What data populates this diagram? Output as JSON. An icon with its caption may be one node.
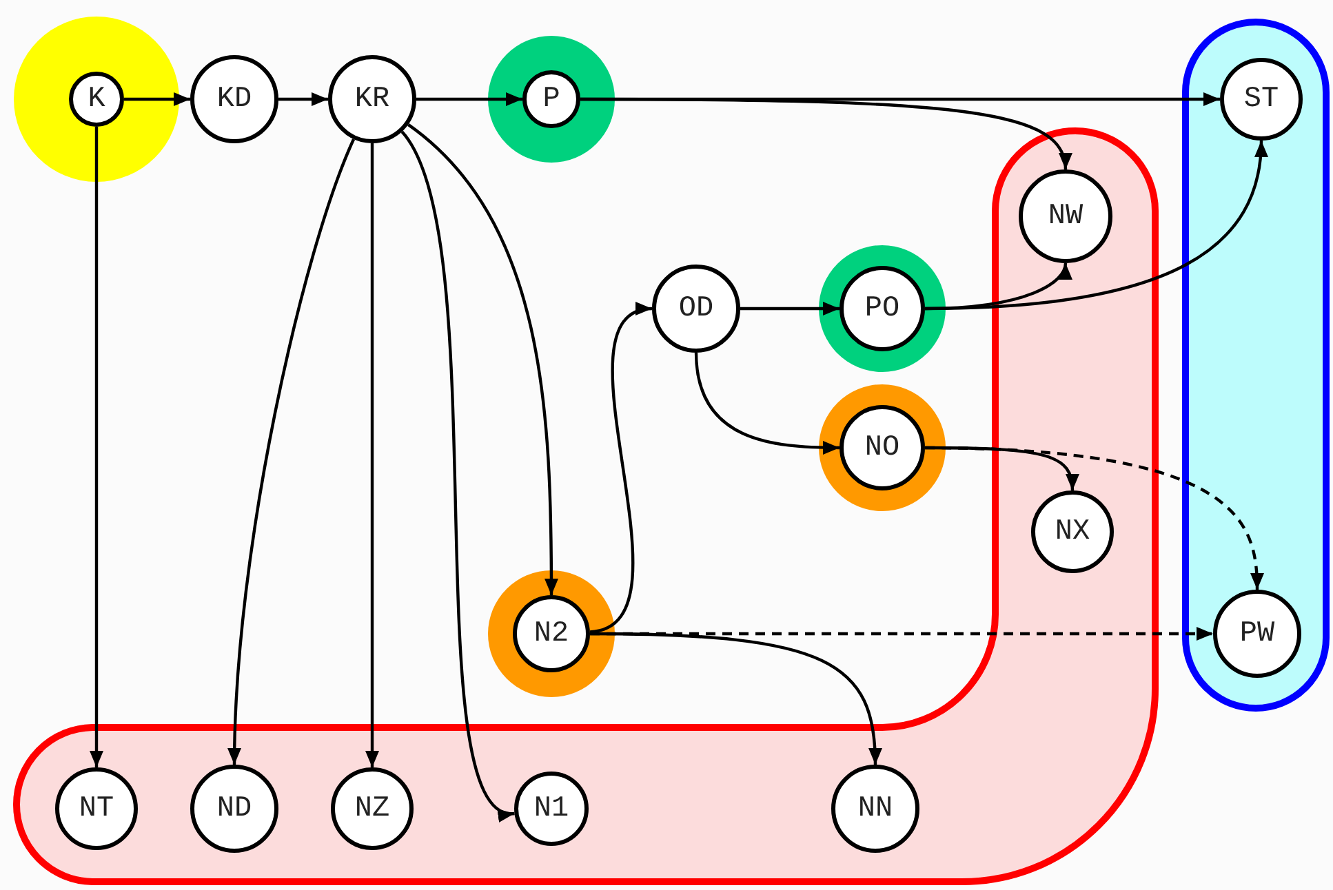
{
  "diagram": {
    "nodes": [
      {
        "text": [
          "K"
        ]
      },
      {
        "text": [
          "KD"
        ]
      },
      {
        "text": [
          "KR"
        ]
      },
      {
        "text": [
          "P"
        ]
      },
      {
        "text": [],
        "shape": "band"
      },
      {
        "text": [
          "ST"
        ],
        "in": 4
      },
      {
        "text": [],
        "shape": "band"
      },
      {
        "text": [
          "NW"
        ],
        "in": 6
      },
      {
        "text": [
          "OD"
        ]
      },
      {
        "text": [
          "PO"
        ]
      },
      {
        "text": [
          "NO"
        ]
      },
      {
        "text": [
          "NX"
        ],
        "in": 6
      },
      {
        "text": [
          "N2"
        ]
      },
      {
        "text": [
          "PW"
        ],
        "in": 4
      },
      {
        "text": [
          "NT"
        ],
        "in": 6
      },
      {
        "text": [
          "ND"
        ],
        "in": 6
      },
      {
        "text": [
          "NZ"
        ],
        "in": 6
      },
      {
        "text": [
          "N1"
        ],
        "in": 6
      },
      {
        "text": [
          "NN"
        ],
        "in": 6
      }
    ],
    "edges": [
      {
        "from": 0,
        "to": 1,
        "arrow": "to"
      },
      {
        "from": 1,
        "to": 2,
        "arrow": "to"
      },
      {
        "from": 2,
        "to": 3,
        "arrow": "to"
      },
      {
        "from": 3,
        "to": 5,
        "arrow": "to"
      },
      {
        "from": 3,
        "to": 7,
        "arrow": "to"
      },
      {
        "from": 0,
        "to": 14,
        "arrow": "to"
      },
      {
        "from": 2,
        "to": 15,
        "arrow": "to"
      },
      {
        "from": 2,
        "to": 16,
        "arrow": "to"
      },
      {
        "from": 2,
        "to": 17,
        "arrow": "to"
      },
      {
        "from": 2,
        "to": 12,
        "arrow": "to"
      },
      {
        "from": 12,
        "to": 8,
        "arrow": "to"
      },
      {
        "from": 8,
        "to": 9,
        "arrow": "to"
      },
      {
        "from": 8,
        "to": 10,
        "arrow": "to"
      },
      {
        "from": 9,
        "to": 7,
        "arrow": "to"
      },
      {
        "from": 9,
        "to": 5,
        "arrow": "to"
      },
      {
        "from": 10,
        "to": 11,
        "arrow": "to"
      },
      {
        "from": 10,
        "to": 13,
        "arrow": "to",
        "style": "dashed"
      },
      {
        "from": 12,
        "to": 13,
        "arrow": "to",
        "style": "dashed"
      },
      {
        "from": 12,
        "to": 18,
        "arrow": "to"
      }
    ]
  }
}
